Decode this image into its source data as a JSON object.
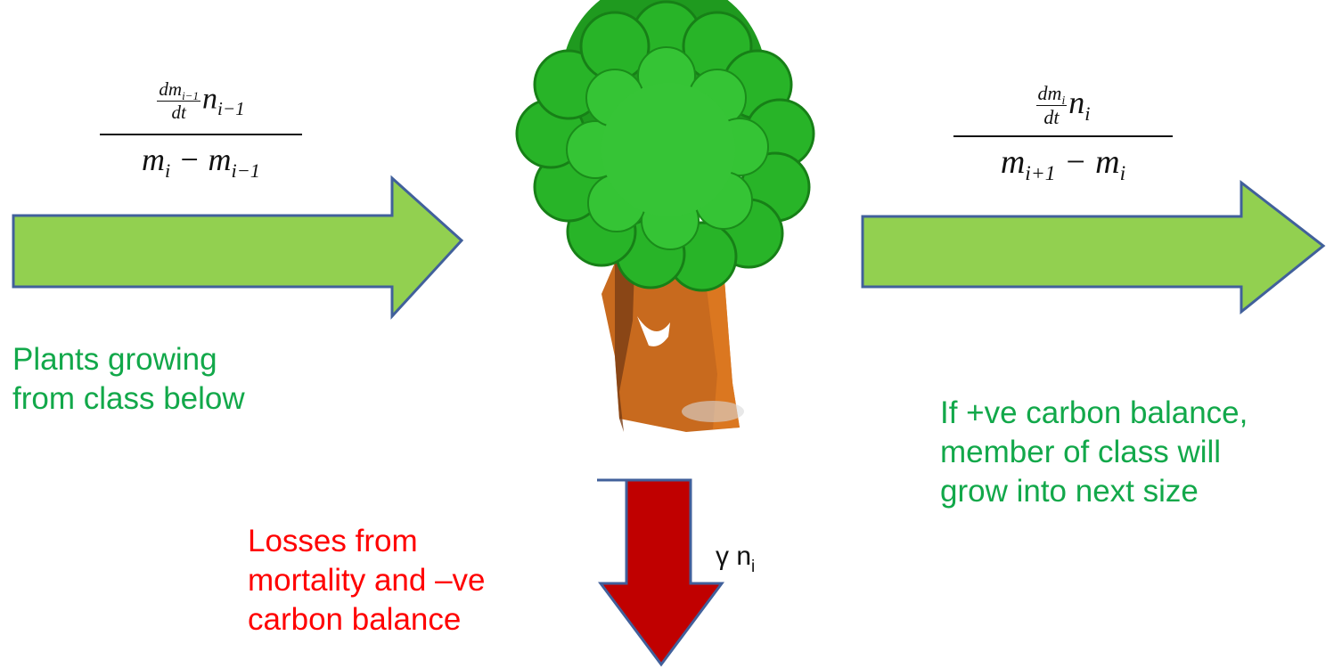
{
  "inflow": {
    "caption": [
      "Plants growing",
      "from class below"
    ]
  },
  "outflow": {
    "caption": [
      "If +ve carbon balance,",
      "member of class will",
      "grow into next size"
    ]
  },
  "loss": {
    "caption": [
      "Losses from",
      "mortality and –ve",
      "carbon balance"
    ],
    "rate_label": "γ n",
    "rate_subscript": "i"
  },
  "colors": {
    "arrow_green": "#92d050",
    "arrow_border": "#41609b",
    "arrow_red": "#c00000",
    "text_green": "#12a84a",
    "text_red": "#ff0000",
    "foliage": "#2bb52b",
    "trunk": "#c86a1e"
  }
}
